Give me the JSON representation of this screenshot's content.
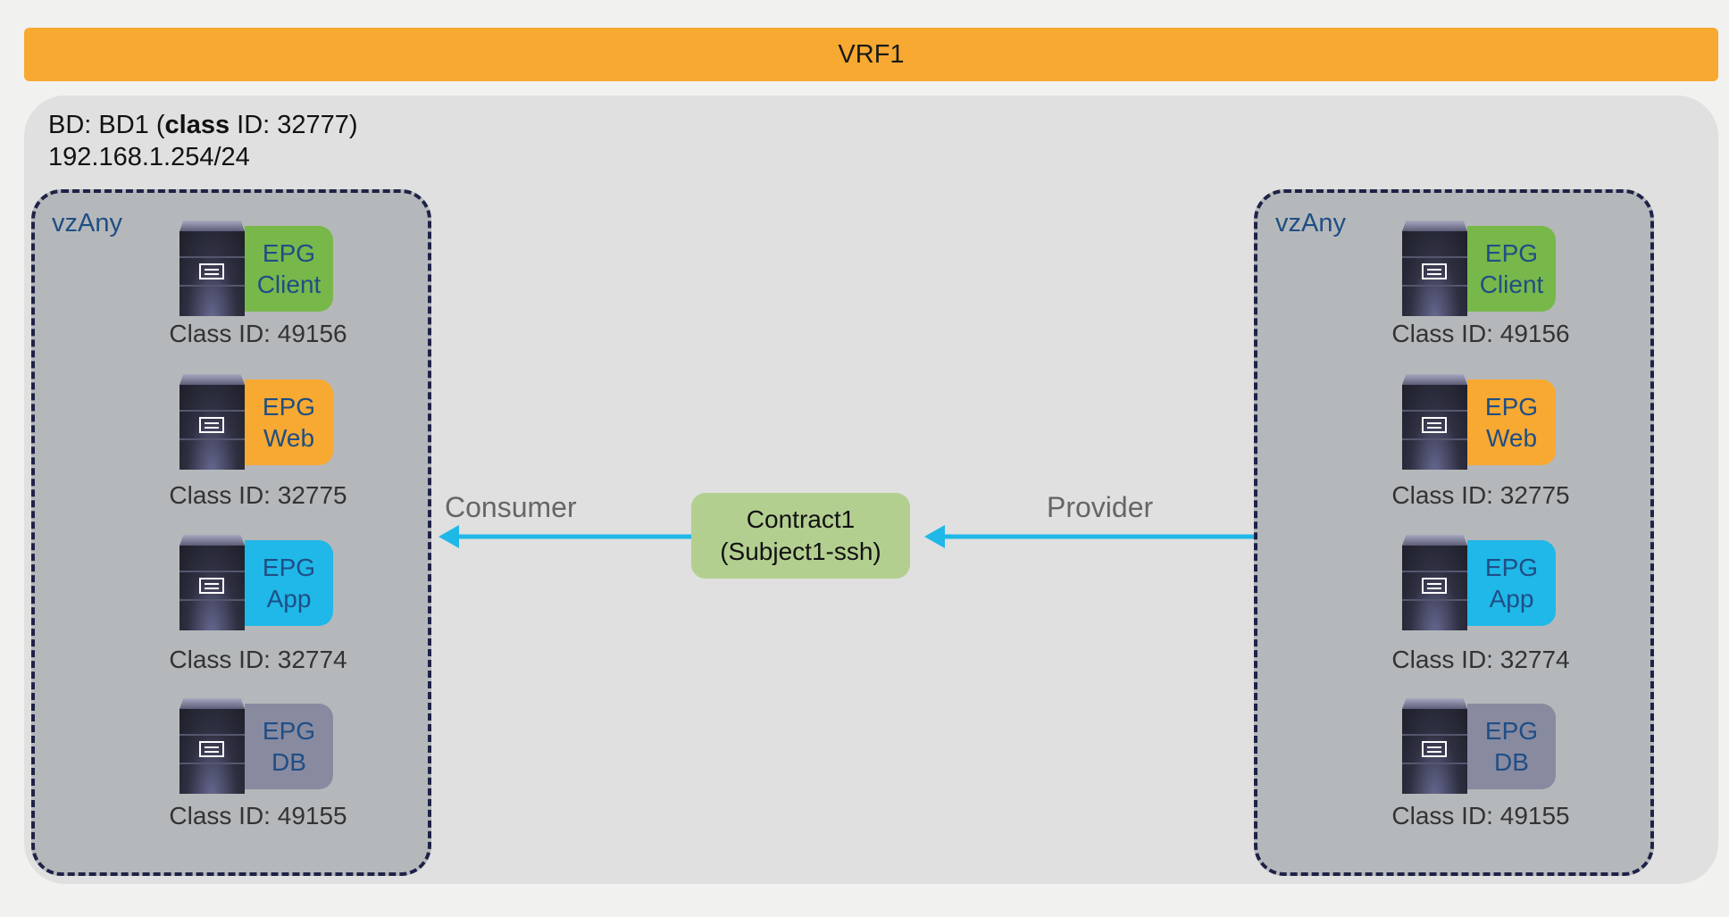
{
  "vrf": {
    "label": "VRF1",
    "color": "#f7a931"
  },
  "bd": {
    "line1_prefix": "BD: BD1 (",
    "line1_bold": "class",
    "line1_suffix": " ID: 32777)",
    "subnet": "192.168.1.254/24"
  },
  "groups": [
    {
      "label": "vzAny",
      "role": "consumer"
    },
    {
      "label": "vzAny",
      "role": "provider"
    }
  ],
  "epgs": [
    {
      "line1": "EPG",
      "line2": "Client",
      "class_id": "Class ID: 49156",
      "color": "#78b84b"
    },
    {
      "line1": "EPG",
      "line2": "Web",
      "class_id": "Class ID: 32775",
      "color": "#f7a931"
    },
    {
      "line1": "EPG",
      "line2": "App",
      "class_id": "Class ID: 32774",
      "color": "#1fb8e8"
    },
    {
      "line1": "EPG",
      "line2": "DB",
      "class_id": "Class ID: 49155",
      "color": "#888aa0"
    }
  ],
  "contract": {
    "name": "Contract1",
    "subject": "(Subject1-ssh)",
    "color": "#b3cf90"
  },
  "relations": {
    "consumer": "Consumer",
    "provider": "Provider",
    "arrow_color": "#1fb8e8"
  }
}
